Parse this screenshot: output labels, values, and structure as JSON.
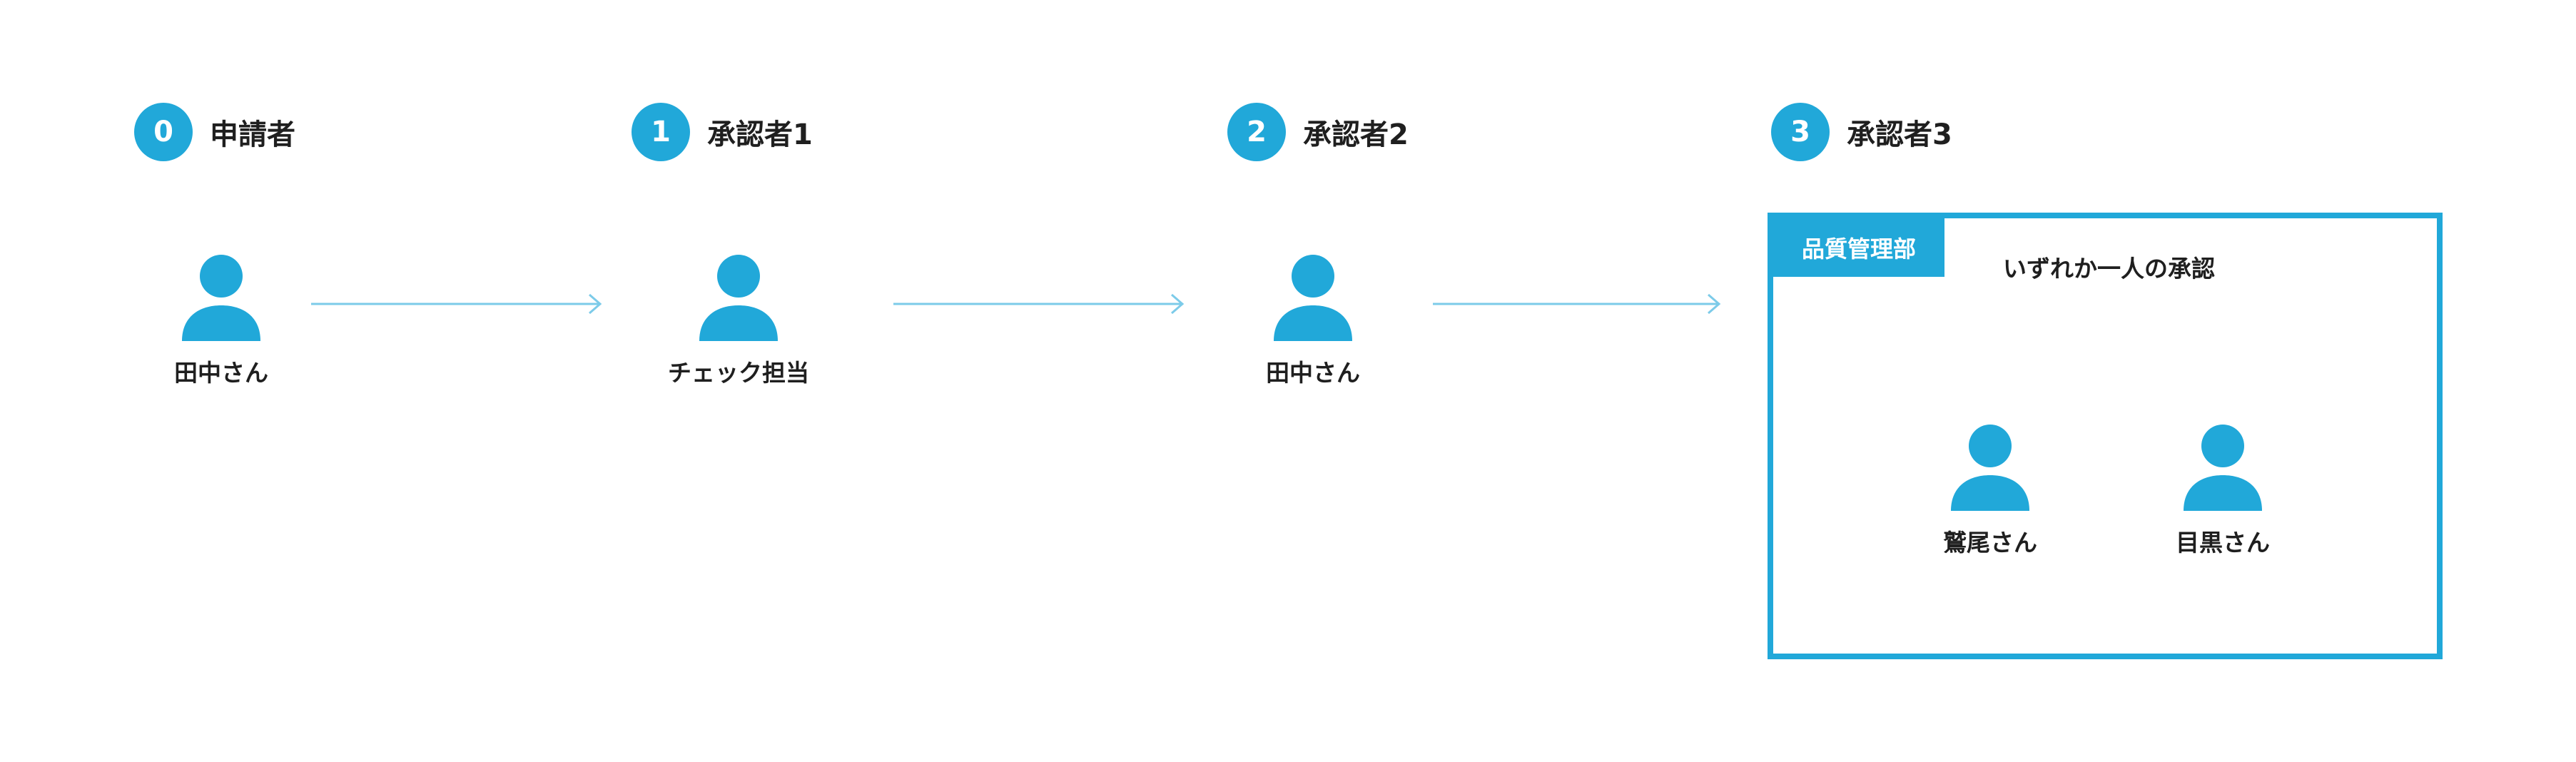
{
  "colors": {
    "accent": "#21a8d9",
    "arrow": "#7ccbe9",
    "text": "#1f1f1f"
  },
  "steps": [
    {
      "number": "0",
      "title": "申請者"
    },
    {
      "number": "1",
      "title": "承認者1"
    },
    {
      "number": "2",
      "title": "承認者2"
    },
    {
      "number": "3",
      "title": "承認者3"
    }
  ],
  "people": [
    {
      "name": "田中さん",
      "icon": "person-icon"
    },
    {
      "name": "チェック担当",
      "icon": "person-icon"
    },
    {
      "name": "田中さん",
      "icon": "person-icon"
    }
  ],
  "group": {
    "tag": "品質管理部",
    "note": "いずれか一人の承認",
    "members": [
      {
        "name": "鷲尾さん",
        "icon": "person-icon"
      },
      {
        "name": "目黒さん",
        "icon": "person-icon"
      }
    ]
  }
}
